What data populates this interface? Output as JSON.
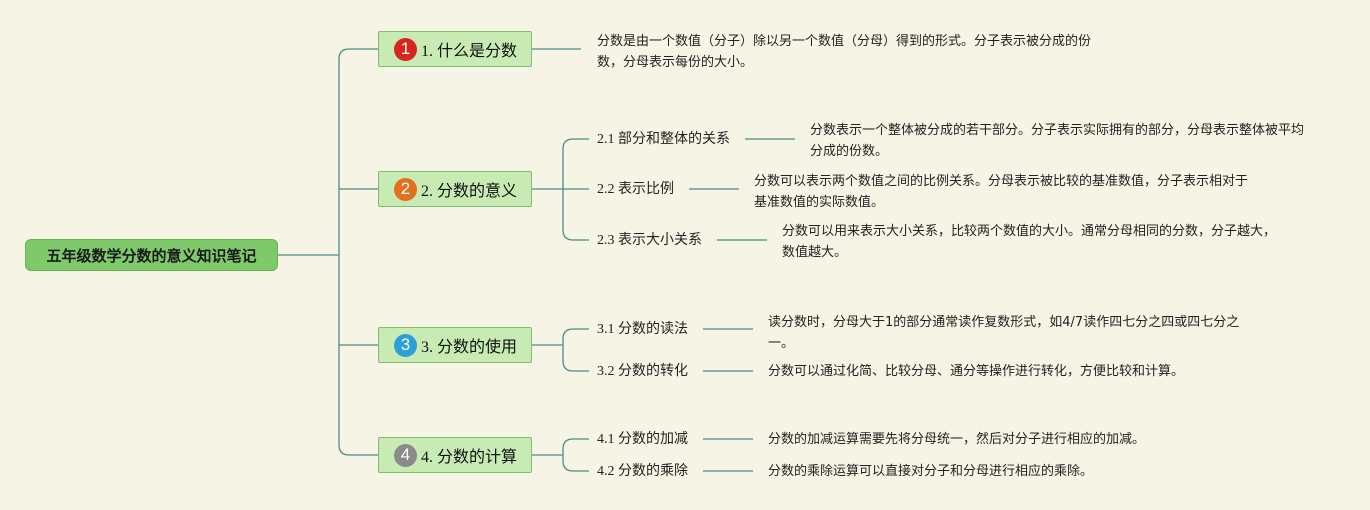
{
  "root": {
    "label": "五年级数学分数的意义知识笔记"
  },
  "topics": [
    {
      "number": "1",
      "label": "1. 什么是分数",
      "badge_color": "#d7261e",
      "desc": "分数是由一个数值（分子）除以另一个数值（分母）得到的形式。分子表示被分成的份数，分母表示每份的大小。"
    },
    {
      "number": "2",
      "label": "2. 分数的意义",
      "badge_color": "#e2701e",
      "subs": [
        {
          "label": "2.1 部分和整体的关系",
          "desc": "分数表示一个整体被分成的若干部分。分子表示实际拥有的部分，分母表示整体被平均分成的份数。"
        },
        {
          "label": "2.2 表示比例",
          "desc": "分数可以表示两个数值之间的比例关系。分母表示被比较的基准数值，分子表示相对于基准数值的实际数值。"
        },
        {
          "label": "2.3 表示大小关系",
          "desc": "分数可以用来表示大小关系，比较两个数值的大小。通常分母相同的分数，分子越大，数值越大。"
        }
      ]
    },
    {
      "number": "3",
      "label": "3. 分数的使用",
      "badge_color": "#2a9fd8",
      "subs": [
        {
          "label": "3.1 分数的读法",
          "desc": "读分数时，分母大于1的部分通常读作复数形式，如4/7读作四七分之四或四七分之一。"
        },
        {
          "label": "3.2 分数的转化",
          "desc": "分数可以通过化简、比较分母、通分等操作进行转化，方便比较和计算。"
        }
      ]
    },
    {
      "number": "4",
      "label": "4. 分数的计算",
      "badge_color": "#8a8a8a",
      "subs": [
        {
          "label": "4.1 分数的加减",
          "desc": "分数的加减运算需要先将分母统一，然后对分子进行相应的加减。"
        },
        {
          "label": "4.2 分数的乘除",
          "desc": "分数的乘除运算可以直接对分子和分母进行相应的乘除。"
        }
      ]
    }
  ],
  "colors": {
    "connector": "#4d8c84",
    "root_fill": "#7ec96a",
    "topic_fill": "#c7ebb3"
  }
}
